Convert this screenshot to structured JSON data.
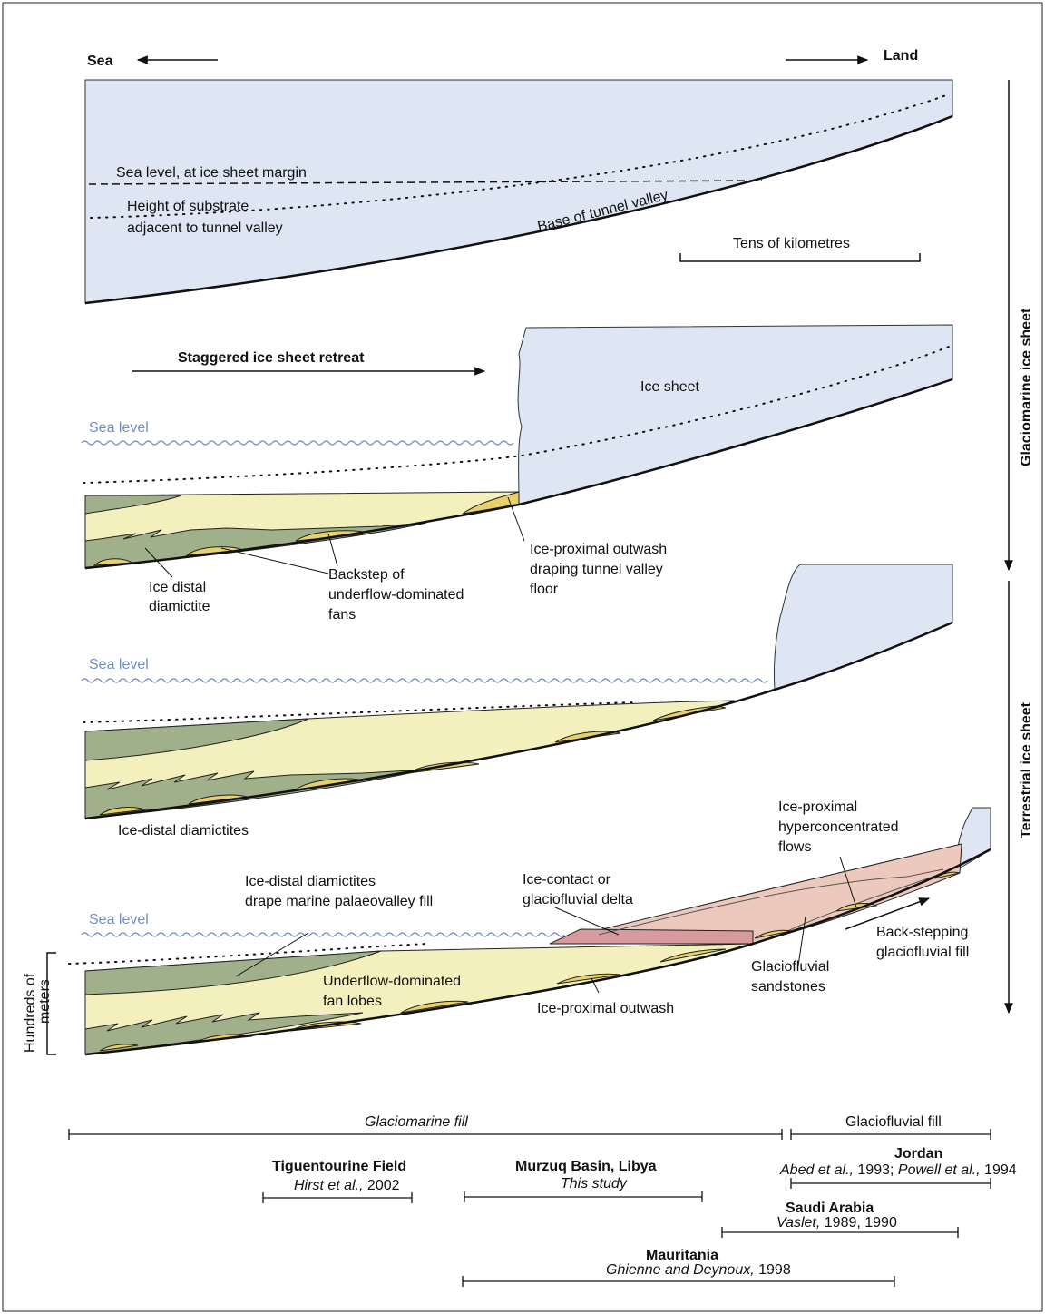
{
  "colors": {
    "ice": "#dde6f2",
    "ice_stroke": "#333333",
    "diamictite": "#9fb08a",
    "sand": "#f4f0bd",
    "outwash": "#e8d06a",
    "delta": "#d79a9e",
    "hyperconc": "#ecc8bd",
    "sea": "#6f8fc9"
  },
  "header": {
    "sea": "Sea",
    "land": "Land"
  },
  "panel1": {
    "sea_level_margin": "Sea level, at ice sheet margin",
    "substrate_line1": "Height of substrate",
    "substrate_line2": "adjacent to tunnel valley",
    "base_tunnel": "Base of tunnel valley",
    "scale_km": "Tens of kilometres"
  },
  "panel2": {
    "retreat": "Staggered ice sheet retreat",
    "sea_level": "Sea level",
    "ice_sheet": "Ice sheet",
    "ice_distal_1": "Ice distal",
    "ice_distal_2": "diamictite",
    "backstep_1": "Backstep of",
    "backstep_2": "underflow-dominated",
    "backstep_3": "fans",
    "proximal_1": "Ice-proximal outwash",
    "proximal_2": "draping tunnel valley",
    "proximal_3": "floor"
  },
  "panel3": {
    "sea_level": "Sea level",
    "ice_distal": "Ice-distal diamictites"
  },
  "panel4": {
    "sea_level": "Sea level",
    "drape_1": "Ice-distal diamictites",
    "drape_2": "drape marine palaeovalley fill",
    "delta_1": "Ice-contact or",
    "delta_2": "glaciofluvial delta",
    "hyper_1": "Ice-proximal",
    "hyper_2": "hyperconcentrated",
    "hyper_3": "flows",
    "backstep_1": "Back-stepping",
    "backstep_2": "glaciofluvial fill",
    "gfs_1": "Glaciofluvial",
    "gfs_2": "sandstones",
    "fans_1": "Underflow-dominated",
    "fans_2": "fan lobes",
    "outwash": "Ice-proximal outwash",
    "vscale_1": "Hundreds of",
    "vscale_2": "meters"
  },
  "side": {
    "glaciomarine": "Glaciomarine ice sheet",
    "terrestrial": "Terrestrial ice sheet"
  },
  "bottom": {
    "glaciomarine_fill": "Glaciomarine fill",
    "glaciofluvial_fill": "Glaciofluvial fill",
    "jordan": "Jordan",
    "jordan_ref_a": "Abed et al.,",
    "jordan_ref_b": " 1993; ",
    "jordan_ref_c": "Powell et al.,",
    "jordan_ref_d": " 1994",
    "tiguentourine": "Tiguentourine Field",
    "tig_ref_a": "Hirst et al.,",
    "tig_ref_b": " 2002",
    "murzuq": "Murzuq Basin, Libya",
    "murzuq_ref": "This study",
    "saudi": "Saudi Arabia",
    "saudi_ref_a": "Vaslet,",
    "saudi_ref_b": " 1989, 1990",
    "mauritania": "Mauritania",
    "maur_ref_a": "Ghienne and Deynoux,",
    "maur_ref_b": " 1998"
  }
}
